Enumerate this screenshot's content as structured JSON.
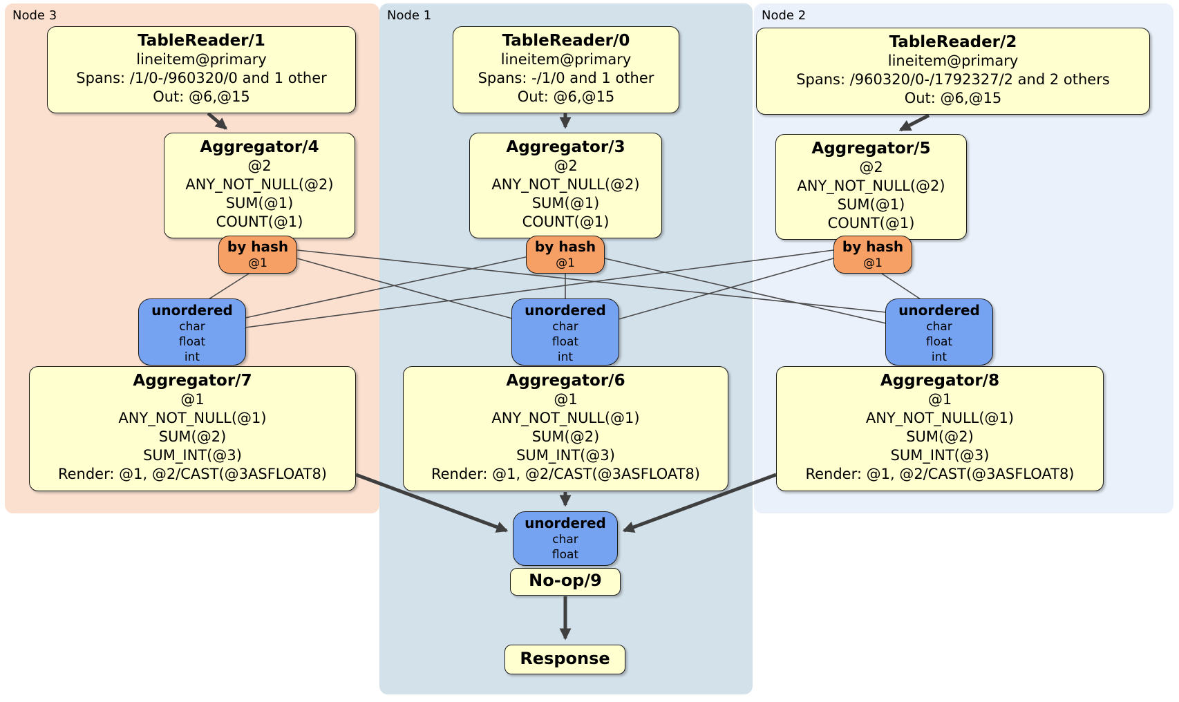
{
  "regions": {
    "node3": {
      "label": "Node 3"
    },
    "node1": {
      "label": "Node 1"
    },
    "node2": {
      "label": "Node 2"
    }
  },
  "boxes": {
    "tr1": {
      "title": "TableReader/1",
      "lines": [
        "lineitem@primary",
        "Spans: /1/0-/960320/0 and 1 other",
        "Out: @6,@15"
      ]
    },
    "tr0": {
      "title": "TableReader/0",
      "lines": [
        "lineitem@primary",
        "Spans: -/1/0 and 1 other",
        "Out: @6,@15"
      ]
    },
    "tr2": {
      "title": "TableReader/2",
      "lines": [
        "lineitem@primary",
        "Spans: /960320/0-/1792327/2 and 2 others",
        "Out: @6,@15"
      ]
    },
    "agg4": {
      "title": "Aggregator/4",
      "lines": [
        "@2",
        "ANY_NOT_NULL(@2)",
        "SUM(@1)",
        "COUNT(@1)"
      ]
    },
    "agg3": {
      "title": "Aggregator/3",
      "lines": [
        "@2",
        "ANY_NOT_NULL(@2)",
        "SUM(@1)",
        "COUNT(@1)"
      ]
    },
    "agg5": {
      "title": "Aggregator/5",
      "lines": [
        "@2",
        "ANY_NOT_NULL(@2)",
        "SUM(@1)",
        "COUNT(@1)"
      ]
    },
    "hash4": {
      "title": "by hash",
      "lines": [
        "@1"
      ]
    },
    "hash3": {
      "title": "by hash",
      "lines": [
        "@1"
      ]
    },
    "hash5": {
      "title": "by hash",
      "lines": [
        "@1"
      ]
    },
    "sync7": {
      "title": "unordered",
      "lines": [
        "char",
        "float",
        "int"
      ]
    },
    "sync6": {
      "title": "unordered",
      "lines": [
        "char",
        "float",
        "int"
      ]
    },
    "sync8": {
      "title": "unordered",
      "lines": [
        "char",
        "float",
        "int"
      ]
    },
    "agg7": {
      "title": "Aggregator/7",
      "lines": [
        "@1",
        "ANY_NOT_NULL(@1)",
        "SUM(@2)",
        "SUM_INT(@3)",
        "Render: @1, @2/CAST(@3ASFLOAT8)"
      ]
    },
    "agg6": {
      "title": "Aggregator/6",
      "lines": [
        "@1",
        "ANY_NOT_NULL(@1)",
        "SUM(@2)",
        "SUM_INT(@3)",
        "Render: @1, @2/CAST(@3ASFLOAT8)"
      ]
    },
    "agg8": {
      "title": "Aggregator/8",
      "lines": [
        "@1",
        "ANY_NOT_NULL(@1)",
        "SUM(@2)",
        "SUM_INT(@3)",
        "Render: @1, @2/CAST(@3ASFLOAT8)"
      ]
    },
    "sync9": {
      "title": "unordered",
      "lines": [
        "char",
        "float"
      ]
    },
    "noop": {
      "title": "No-op/9",
      "lines": []
    },
    "response": {
      "title": "Response",
      "lines": []
    }
  },
  "colors": {
    "node3_bg": "#fbe0cf",
    "node1_bg": "#d3e1eb",
    "node2_bg": "#eaf1fa",
    "box_yellow": "#ffffd0",
    "hash_orange": "#f6a065",
    "sync_blue": "#76a3f1",
    "edge_thick": "#3f3f3f",
    "edge_thin": "#4a4a4a"
  }
}
